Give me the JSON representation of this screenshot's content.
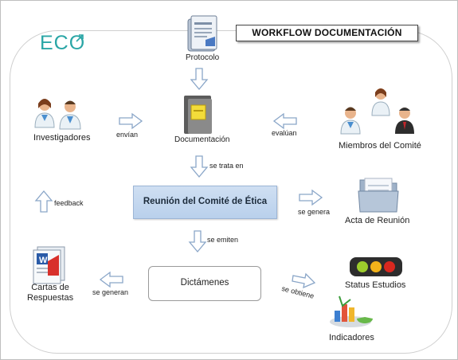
{
  "logo": "ECO",
  "title": "WORKFLOW DOCUMENTACIÓN",
  "nodes": {
    "protocolo": "Protocolo",
    "documentacion": "Documentación",
    "investigadores": "Investigadores",
    "miembros": "Miembros del Comité",
    "reunion": "Reunión del Comité de Ética",
    "acta": "Acta de Reunión",
    "dictamenes": "Dictámenes",
    "status": "Status Estudios",
    "indicadores": "Indicadores",
    "cartas": "Cartas de\nRespuestas"
  },
  "edges": {
    "envian": "envían",
    "evaluan": "evalúan",
    "se_trata_en": "se trata en",
    "se_genera": "se genera",
    "feedback": "feedback",
    "se_emiten": "se emiten",
    "se_generan": "se generan",
    "se_obtiene": "se obtiene"
  },
  "colors": {
    "arrow_fill": "#ffffff",
    "arrow_stroke": "#8aa6c8",
    "meeting_fill": "#c4d7ee",
    "logo": "#2aa6a6"
  },
  "icons": [
    "protocol-document-icon",
    "folder-document-icon",
    "doctors-pair-icon",
    "committee-people-icon",
    "folder-icon",
    "traffic-light-icon",
    "chart-indicators-icon",
    "pdf-letters-icon"
  ]
}
